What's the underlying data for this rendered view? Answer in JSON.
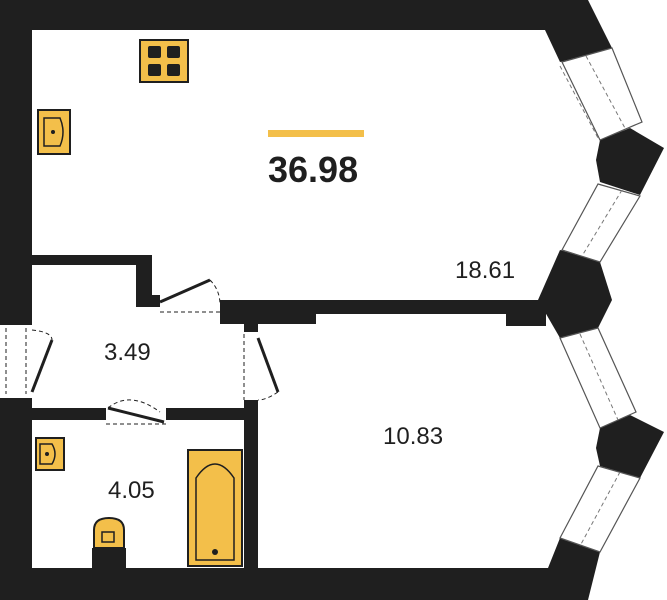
{
  "plan": {
    "total_area": "36.98",
    "accent_color": "#f3bf4a",
    "wall_color": "#1f1f1f",
    "rooms": [
      {
        "id": "main-room",
        "area": "18.61"
      },
      {
        "id": "hallway",
        "area": "3.49"
      },
      {
        "id": "bedroom",
        "area": "10.83"
      },
      {
        "id": "bathroom",
        "area": "4.05"
      }
    ],
    "fixtures": [
      "stove-icon",
      "kitchen-sink-icon",
      "bathroom-sink-icon",
      "toilet-icon",
      "bathtub-icon"
    ]
  }
}
